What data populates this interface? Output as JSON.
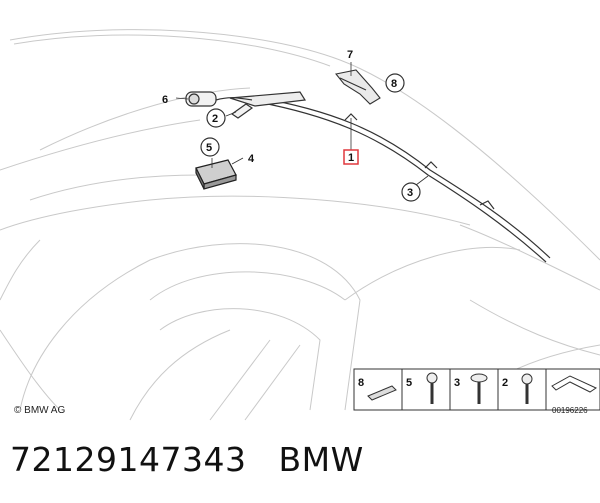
{
  "diagram": {
    "callouts": {
      "c1": "1",
      "c2": "2",
      "c3": "3",
      "c4": "4",
      "c5": "5",
      "c6": "6",
      "c7": "7",
      "c8": "8"
    },
    "legend": {
      "l8": "8",
      "l5": "5",
      "l3": "3",
      "l2": "2"
    },
    "copyright": "© BMW AG",
    "doc_number": "00196226",
    "highlight_color": "#e0383e"
  },
  "caption": {
    "part_number": "72129147343",
    "brand": "BMW"
  }
}
